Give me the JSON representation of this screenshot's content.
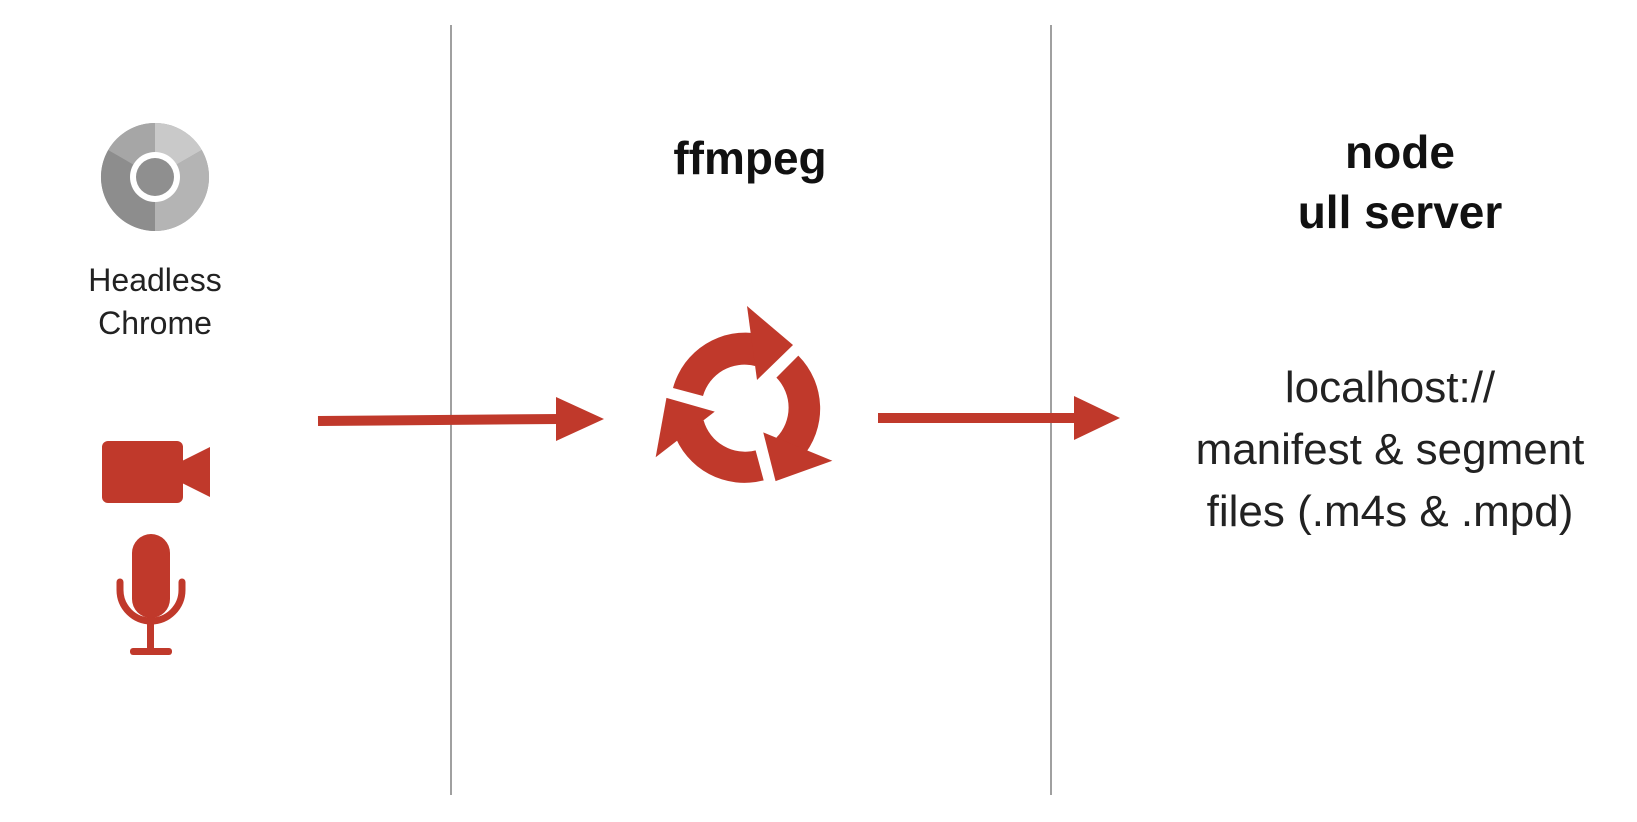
{
  "colors": {
    "accent": "#c0392b",
    "chrome_gray": "#8a8a8a",
    "divider": "#a0a0a0"
  },
  "source": {
    "icon": "chrome-icon",
    "label_line1": "Headless",
    "label_line2": "Chrome",
    "media_icons": [
      "video-camera-icon",
      "microphone-icon"
    ]
  },
  "encoder": {
    "title": "ffmpeg",
    "icon": "refresh-cycle-icon"
  },
  "server": {
    "title_line1": "node",
    "title_line2": "ull server",
    "output_line1": "localhost://",
    "output_line2": "manifest & segment",
    "output_line3": "files (.m4s & .mpd)"
  },
  "arrows": [
    "flow-arrow-chrome-to-ffmpeg",
    "flow-arrow-ffmpeg-to-server"
  ]
}
